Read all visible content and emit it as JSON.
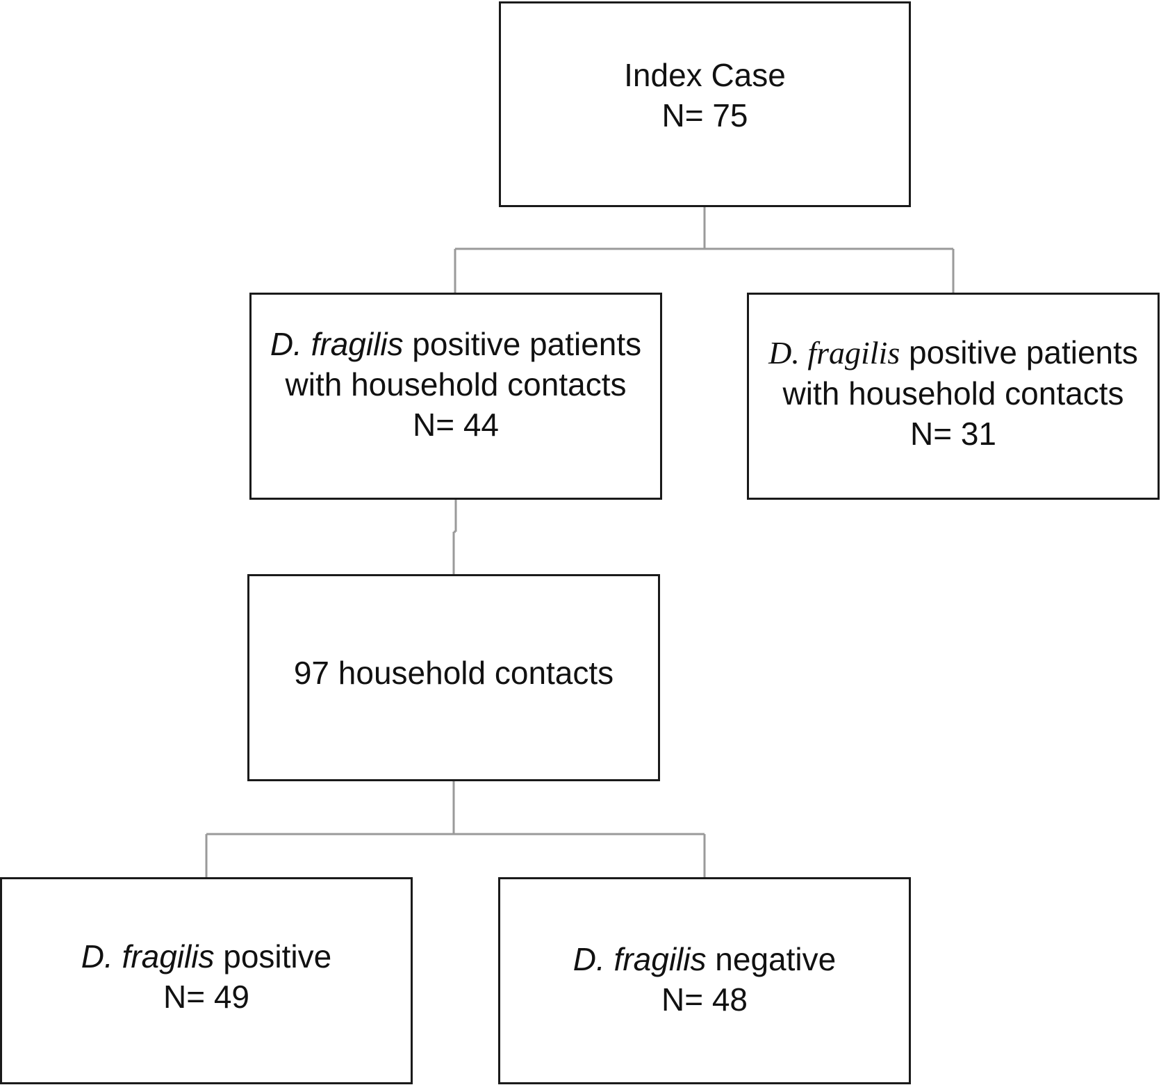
{
  "index_case": {
    "title": "Index Case",
    "count": "N= 75"
  },
  "with_contacts": {
    "organism": "D. fragilis",
    "label_line1_rest": " positive patients",
    "label_line2": "with household contacts",
    "count": "N= 44"
  },
  "without_contacts": {
    "organism": "D. fragilis",
    "label_line1_rest": " positive patients",
    "label_line2": "with household contacts",
    "count": "N= 31"
  },
  "household": {
    "label": "97 household contacts"
  },
  "contacts_positive": {
    "organism": "D. fragilis",
    "label_rest": " positive",
    "count": "N= 49"
  },
  "contacts_negative": {
    "organism": "D. fragilis",
    "label_rest": " negative",
    "count": "N= 48"
  },
  "colors": {
    "box_border": "#1a1a1a",
    "connector": "#9a9a9a",
    "text": "#111111",
    "background": "#ffffff"
  }
}
